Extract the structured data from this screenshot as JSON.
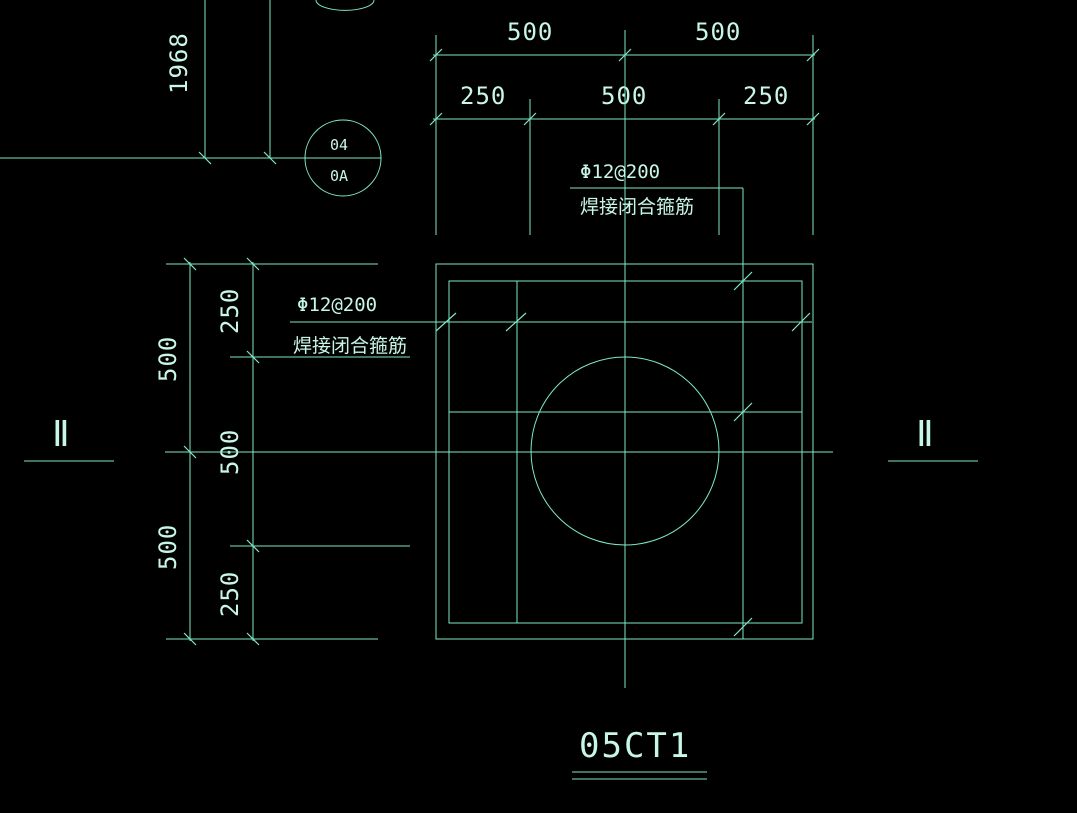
{
  "colors": {
    "background": "#000000",
    "line": "#7ee8c4",
    "text": "#c9f7e7"
  },
  "top_dims": {
    "row1": [
      "500",
      "500"
    ],
    "row2": [
      "250",
      "500",
      "250"
    ]
  },
  "left_dims": {
    "outer": [
      "500",
      "500"
    ],
    "inner": [
      "250",
      "500",
      "250"
    ]
  },
  "top_left_dim": "1968",
  "bubble": {
    "top": "04",
    "bottom": "0A"
  },
  "notes": {
    "upper": {
      "spec": "Φ12@200",
      "desc": "焊接闭合箍筋"
    },
    "left": {
      "spec": "Φ12@200",
      "desc": "焊接闭合箍筋"
    }
  },
  "section_mark": {
    "left": "Ⅱ",
    "right": "Ⅱ"
  },
  "title": "05CT1"
}
